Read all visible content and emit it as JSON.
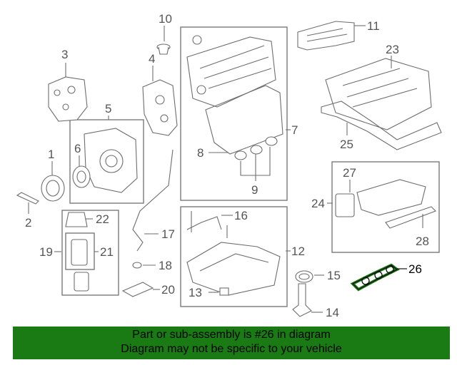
{
  "diagram": {
    "highlight_color": "#1a7a14",
    "callouts": {
      "c1": "1",
      "c2": "2",
      "c3": "3",
      "c4": "4",
      "c5": "5",
      "c6": "6",
      "c7": "7",
      "c8": "8",
      "c9": "9",
      "c10": "10",
      "c11": "11",
      "c12": "12",
      "c13": "13",
      "c14": "14",
      "c15": "15",
      "c16": "16",
      "c17": "17",
      "c18": "18",
      "c19": "19",
      "c20": "20",
      "c21": "21",
      "c22": "22",
      "c23": "23",
      "c24": "24",
      "c25": "25",
      "c26": "26",
      "c27": "27",
      "c28": "28"
    }
  },
  "banner": {
    "line1": "Part or sub-assembly is #26 in diagram",
    "line2": "Diagram may not be specific to your vehicle",
    "background": "#1a7a14"
  }
}
